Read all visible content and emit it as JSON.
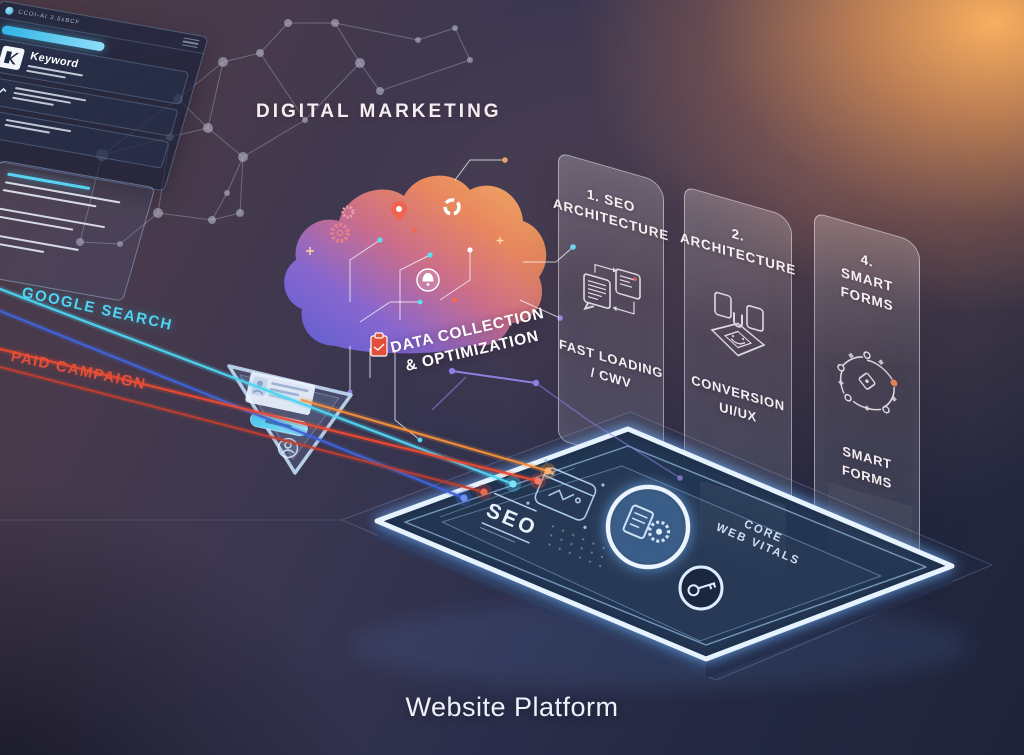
{
  "page": {
    "title": "DIGITAL MARKETING",
    "footer": "Website Platform"
  },
  "labels": {
    "google_search": "GOOGLE SEARCH",
    "paid_campaign": "PAID CAMPAIGN"
  },
  "cloud": {
    "caption": "DATA COLLECTION\n& OPTIMIZATION"
  },
  "browser": {
    "titlebar_text": "CCOI-AI  3.5xBCF",
    "keyword_label": "Keyword"
  },
  "cards": [
    {
      "title": "1. SEO\nARCHITECTURE",
      "caption": "FAST LOADING\n/ CWV",
      "icon": "documents-sync-icon"
    },
    {
      "title": "2.\nARCHITECTURE",
      "caption": "CONVERSION\nUI/UX",
      "icon": "conversion-box-icon"
    },
    {
      "title": "4.\nSMART FORMS",
      "caption": "SMART\nFORMS",
      "icon": "molecule-icon"
    }
  ],
  "platform": {
    "seo_label": "SEO",
    "cwv_line1": "CORE",
    "cwv_line2": "WEB VITALS",
    "icons": [
      "browser-window-icon",
      "gear-document-badge-icon",
      "key-badge-icon"
    ]
  },
  "colors": {
    "cyan": "#4fd4f2",
    "blue": "#3f63d8",
    "red": "#e84a33",
    "dark_red": "#c23f2f",
    "orange": "#f5913c",
    "purple": "#8f7fe0",
    "neon_rim": "#e6f3ff",
    "bg_top_right": "#f0a05f",
    "bg_bottom": "#20253c"
  }
}
